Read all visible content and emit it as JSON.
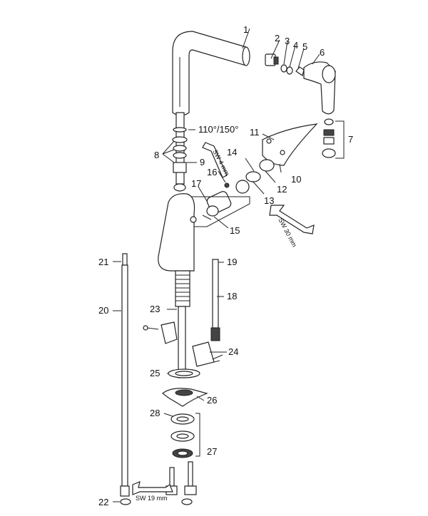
{
  "labels": {
    "p1": "1",
    "p2": "2",
    "p3": "3",
    "p4": "4",
    "p5": "5",
    "p6": "6",
    "p7": "7",
    "p8": "8",
    "p9": "9",
    "p10": "10",
    "p11": "11",
    "p12": "12",
    "p13": "13",
    "p14": "14",
    "p15": "15",
    "p16": "16",
    "p17": "17",
    "p18": "18",
    "p19": "19",
    "p20": "20",
    "p21": "21",
    "p22": "22",
    "p23": "23",
    "p24": "24",
    "p25": "25",
    "p26": "26",
    "p27": "27",
    "p28": "28",
    "angle": "110°/150°",
    "sw4": "SW 4 mm",
    "sw30": "SW 30 mm",
    "sw19": "SW 19 mm"
  }
}
